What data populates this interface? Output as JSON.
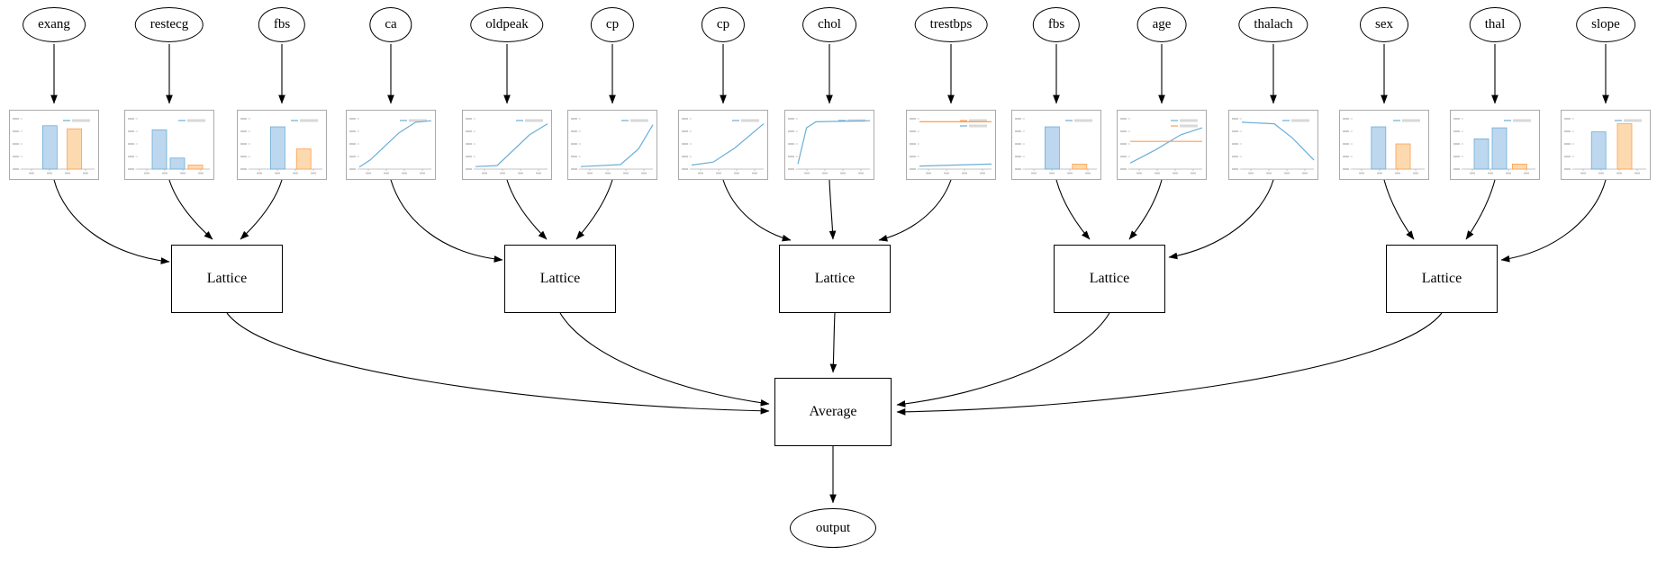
{
  "diagram": {
    "features": [
      {
        "label": "exang",
        "chart": {
          "type": "bar",
          "bars": [
            {
              "x": 0.38,
              "h": 0.86,
              "color": "blue"
            },
            {
              "x": 0.72,
              "h": 0.8,
              "color": "orange"
            }
          ]
        }
      },
      {
        "label": "restecg",
        "chart": {
          "type": "bar",
          "bars": [
            {
              "x": 0.3,
              "h": 0.78,
              "color": "blue"
            },
            {
              "x": 0.55,
              "h": 0.22,
              "color": "blue"
            },
            {
              "x": 0.8,
              "h": 0.08,
              "color": "orange"
            }
          ]
        }
      },
      {
        "label": "fbs",
        "chart": {
          "type": "bar",
          "bars": [
            {
              "x": 0.38,
              "h": 0.84,
              "color": "blue"
            },
            {
              "x": 0.74,
              "h": 0.4,
              "color": "orange"
            }
          ]
        }
      },
      {
        "label": "ca",
        "chart": {
          "type": "line",
          "series": [
            {
              "color": "blue",
              "points": [
                [
                  0,
                  0.04
                ],
                [
                  0.15,
                  0.18
                ],
                [
                  0.55,
                  0.72
                ],
                [
                  0.78,
                  0.93
                ],
                [
                  1,
                  0.96
                ]
              ]
            }
          ]
        }
      },
      {
        "label": "oldpeak",
        "chart": {
          "type": "line",
          "series": [
            {
              "color": "blue",
              "points": [
                [
                  0,
                  0.05
                ],
                [
                  0.3,
                  0.07
                ],
                [
                  0.75,
                  0.68
                ],
                [
                  1,
                  0.9
                ]
              ]
            }
          ]
        }
      },
      {
        "label": "cp",
        "chart": {
          "type": "line",
          "series": [
            {
              "color": "blue",
              "points": [
                [
                  0,
                  0.05
                ],
                [
                  0.55,
                  0.09
                ],
                [
                  0.8,
                  0.4
                ],
                [
                  1,
                  0.88
                ]
              ]
            }
          ]
        }
      },
      {
        "label": "cp",
        "chart": {
          "type": "line",
          "series": [
            {
              "color": "blue",
              "points": [
                [
                  0,
                  0.08
                ],
                [
                  0.3,
                  0.14
                ],
                [
                  0.6,
                  0.42
                ],
                [
                  1,
                  0.9
                ]
              ]
            }
          ]
        }
      },
      {
        "label": "chol",
        "chart": {
          "type": "line",
          "series": [
            {
              "color": "blue",
              "points": [
                [
                  0,
                  0.1
                ],
                [
                  0.12,
                  0.82
                ],
                [
                  0.25,
                  0.94
                ],
                [
                  1,
                  0.96
                ]
              ]
            }
          ]
        }
      },
      {
        "label": "trestbps",
        "chart": {
          "type": "line",
          "series": [
            {
              "color": "orange",
              "points": [
                [
                  0,
                  0.94
                ],
                [
                  1,
                  0.94
                ]
              ]
            },
            {
              "color": "blue",
              "points": [
                [
                  0,
                  0.06
                ],
                [
                  1,
                  0.1
                ]
              ]
            }
          ]
        }
      },
      {
        "label": "fbs",
        "chart": {
          "type": "bar",
          "bars": [
            {
              "x": 0.38,
              "h": 0.84,
              "color": "blue"
            },
            {
              "x": 0.76,
              "h": 0.1,
              "color": "orange"
            }
          ]
        }
      },
      {
        "label": "age",
        "chart": {
          "type": "line",
          "series": [
            {
              "color": "blue",
              "points": [
                [
                  0,
                  0.12
                ],
                [
                  0.35,
                  0.38
                ],
                [
                  0.7,
                  0.68
                ],
                [
                  1,
                  0.82
                ]
              ]
            },
            {
              "color": "orange",
              "points": [
                [
                  0,
                  0.55
                ],
                [
                  1,
                  0.55
                ]
              ]
            }
          ]
        }
      },
      {
        "label": "thalach",
        "chart": {
          "type": "line",
          "series": [
            {
              "color": "blue",
              "points": [
                [
                  0,
                  0.93
                ],
                [
                  0.45,
                  0.9
                ],
                [
                  0.7,
                  0.62
                ],
                [
                  1,
                  0.18
                ]
              ]
            }
          ]
        }
      },
      {
        "label": "sex",
        "chart": {
          "type": "bar",
          "bars": [
            {
              "x": 0.36,
              "h": 0.84,
              "color": "blue"
            },
            {
              "x": 0.7,
              "h": 0.5,
              "color": "orange"
            }
          ]
        }
      },
      {
        "label": "thal",
        "chart": {
          "type": "bar",
          "bars": [
            {
              "x": 0.25,
              "h": 0.6,
              "color": "blue"
            },
            {
              "x": 0.5,
              "h": 0.82,
              "color": "blue"
            },
            {
              "x": 0.78,
              "h": 0.1,
              "color": "orange"
            }
          ]
        }
      },
      {
        "label": "slope",
        "chart": {
          "type": "bar",
          "bars": [
            {
              "x": 0.34,
              "h": 0.74,
              "color": "blue"
            },
            {
              "x": 0.7,
              "h": 0.9,
              "color": "orange"
            }
          ]
        }
      }
    ],
    "groups": [
      [
        0,
        1,
        2
      ],
      [
        3,
        4,
        5
      ],
      [
        6,
        7,
        8
      ],
      [
        9,
        10,
        11
      ],
      [
        12,
        13,
        14
      ]
    ],
    "lattices": [
      {
        "label": "Lattice"
      },
      {
        "label": "Lattice"
      },
      {
        "label": "Lattice"
      },
      {
        "label": "Lattice"
      },
      {
        "label": "Lattice"
      }
    ],
    "average": {
      "label": "Average"
    },
    "output": {
      "label": "output"
    },
    "colors": {
      "blue": "#6baed6",
      "blue_fill": "#bdd7ee",
      "orange": "#fd9e4f",
      "orange_fill": "#fdd9b0"
    }
  }
}
